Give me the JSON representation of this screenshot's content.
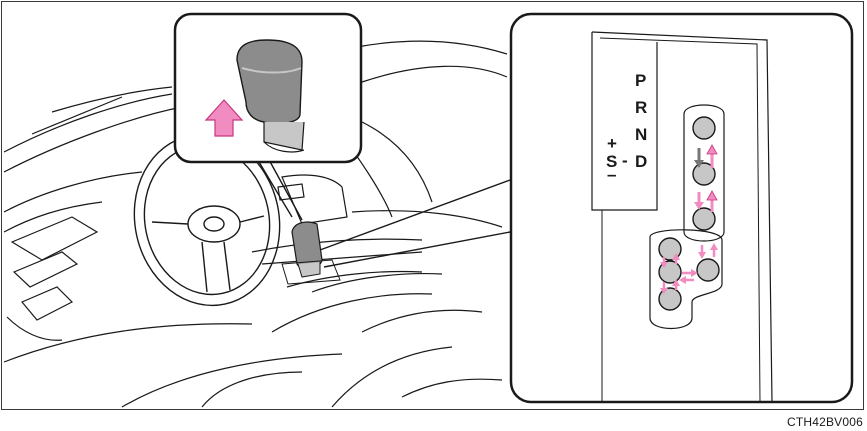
{
  "figure": {
    "code": "CTH42BV006"
  },
  "shift_gate": {
    "positions": [
      "P",
      "R",
      "N",
      "D"
    ],
    "separator": "-",
    "manual_mode": "S",
    "plus": "+",
    "minus": "–"
  },
  "colors": {
    "line": "#1a1a1a",
    "knob": "#8c8c8c",
    "knob_light": "#c7c7c7",
    "arrow_pink": "#f08cc0",
    "arrow_pink_stroke": "#c9357f",
    "arrow_gray": "#777777"
  },
  "icons": [
    "shift-knob-icon",
    "up-arrow-icon",
    "shift-direction-arrow-icon"
  ]
}
